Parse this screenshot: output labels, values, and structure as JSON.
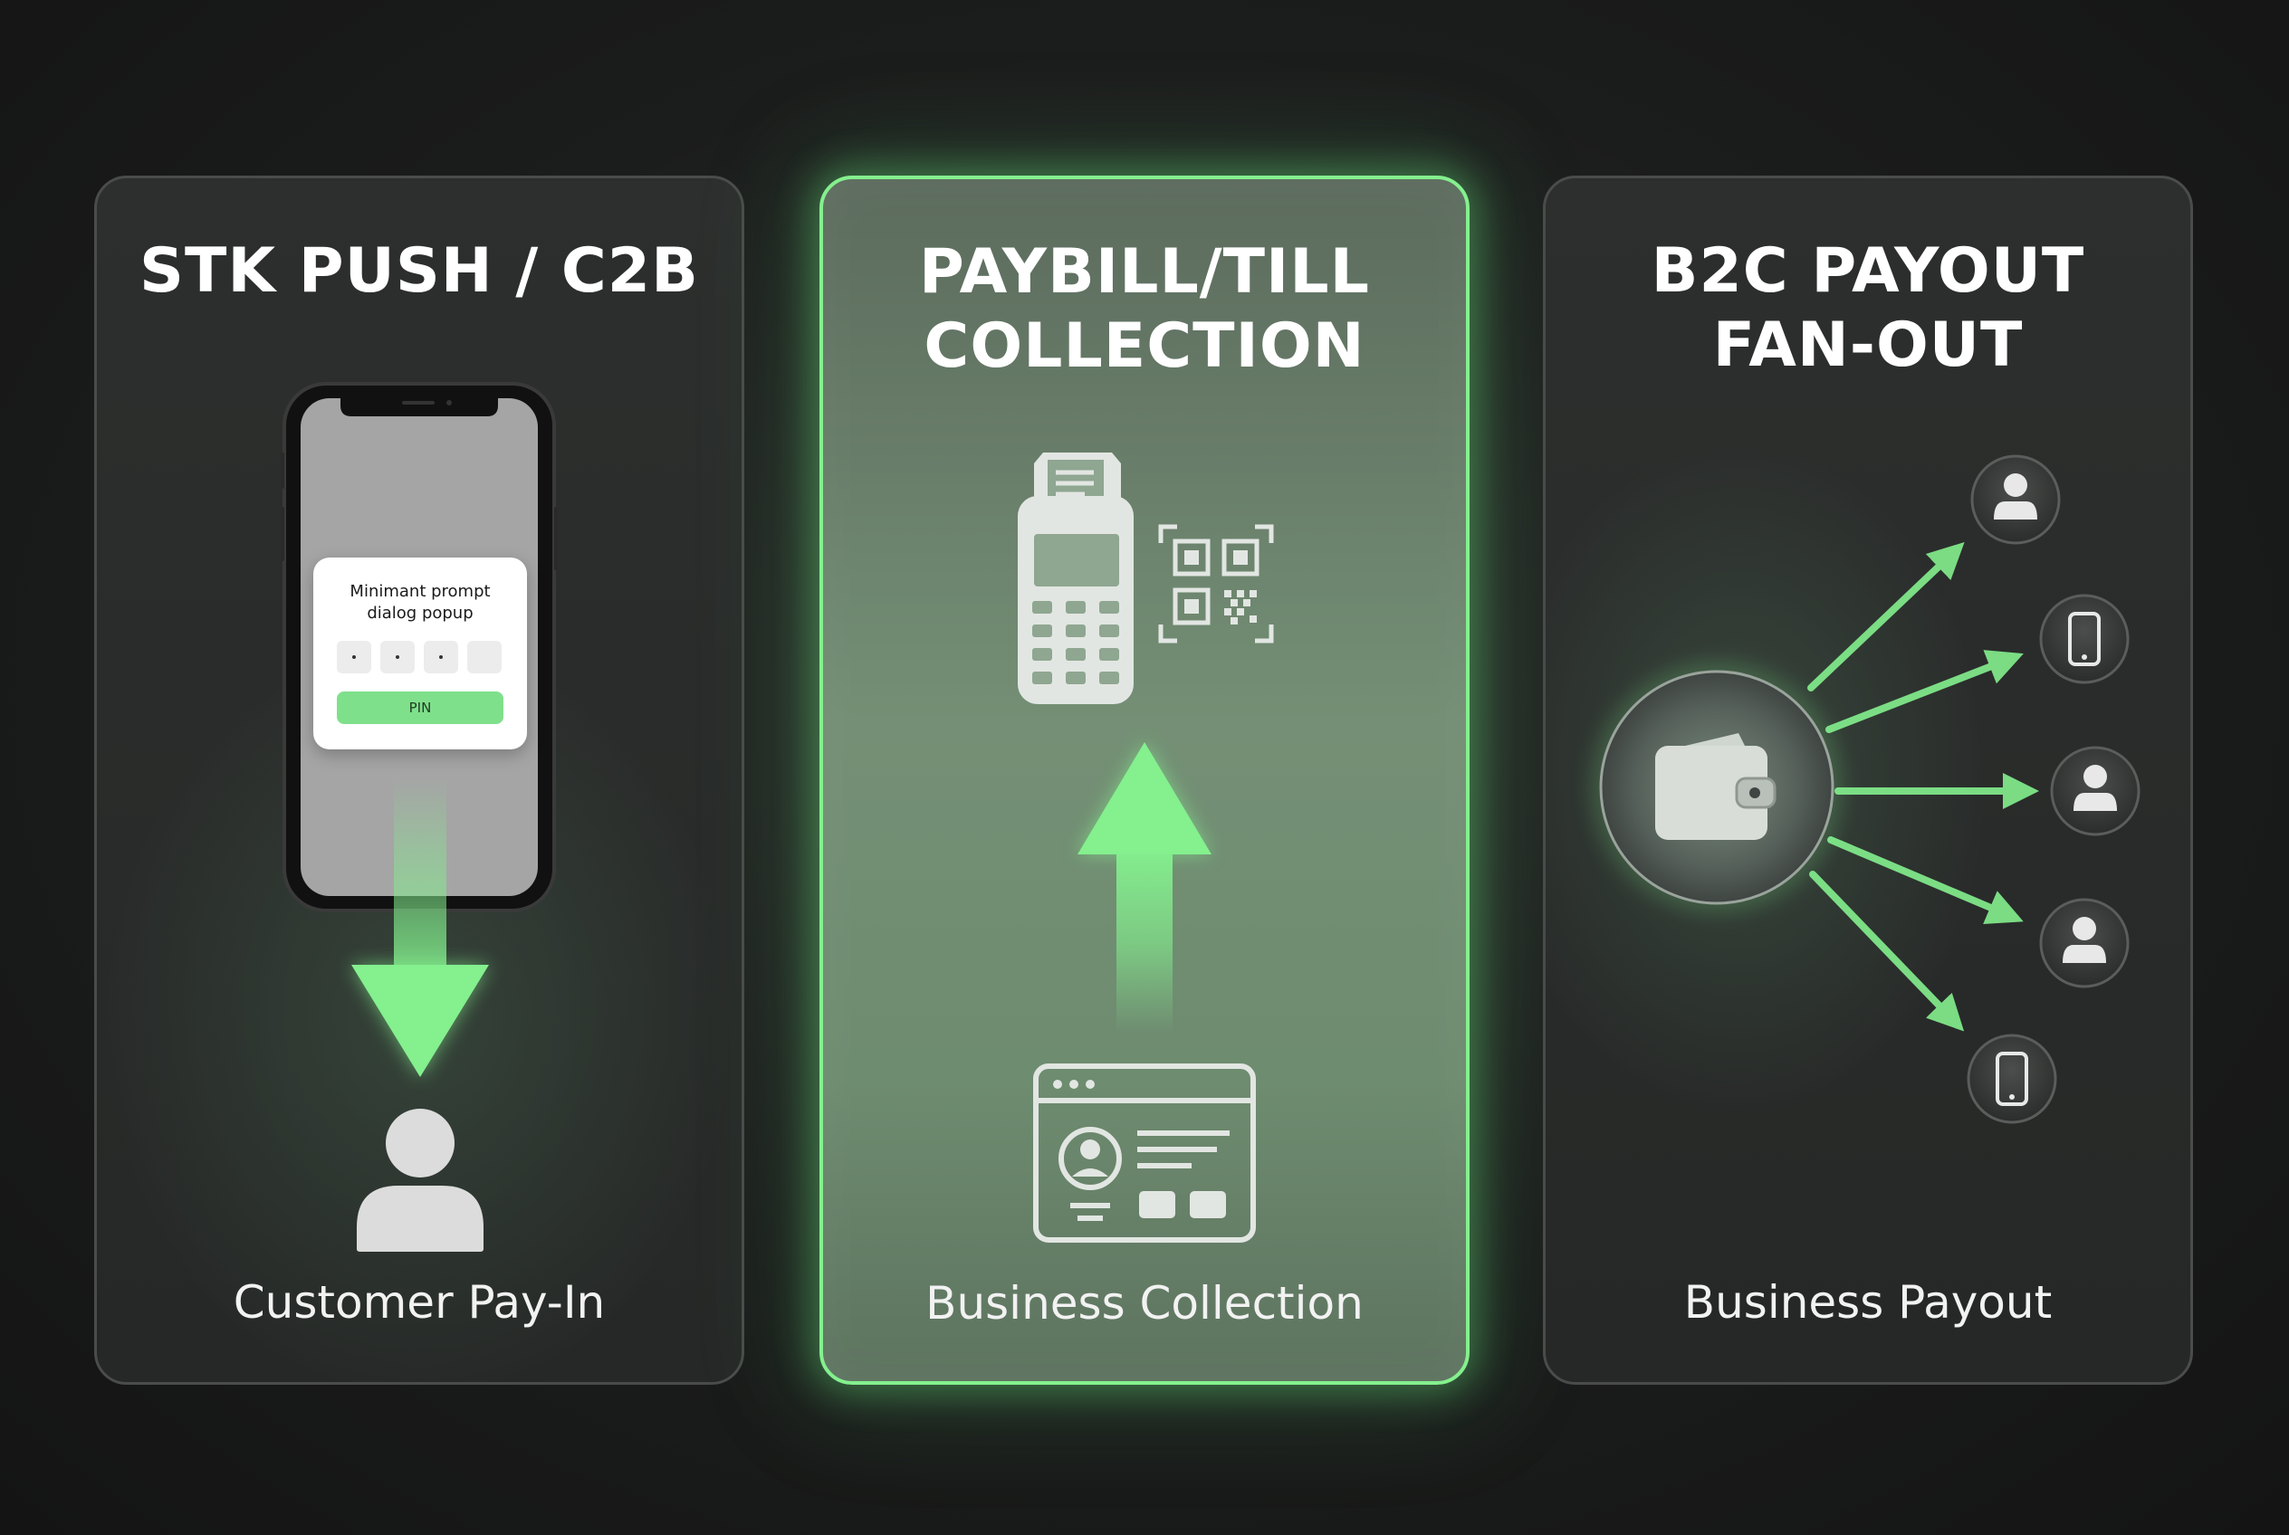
{
  "accent": "#84f08e",
  "cards": [
    {
      "title_lines": [
        "STK PUSH / C2B"
      ],
      "caption": "Customer Pay-In",
      "icons": [
        "phone-icon",
        "down-arrow-icon",
        "user-icon"
      ],
      "popup": {
        "text_lines": [
          "Minimant prompt",
          "dialog popup"
        ],
        "pin_label": "PIN",
        "pin_slots": 4
      }
    },
    {
      "title_lines": [
        "PAYBILL/TILL",
        "COLLECTION"
      ],
      "caption": "Business Collection",
      "icons": [
        "pos-terminal-icon",
        "qr-code-icon",
        "up-arrow-icon",
        "business-profile-window-icon"
      ]
    },
    {
      "title_lines": [
        "B2C PAYOUT",
        "FAN-OUT"
      ],
      "caption": "Business Payout",
      "icons": [
        "wallet-icon",
        "user-icon",
        "phone-icon",
        "user-icon",
        "user-icon",
        "phone-icon"
      ]
    }
  ]
}
